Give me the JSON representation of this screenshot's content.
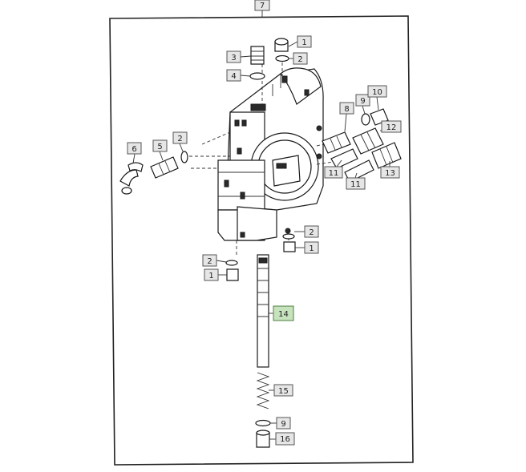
{
  "assembly": {
    "label": "7"
  },
  "callouts": [
    {
      "id": "c1a",
      "label": "1"
    },
    {
      "id": "c2a",
      "label": "2"
    },
    {
      "id": "c3",
      "label": "3"
    },
    {
      "id": "c4",
      "label": "4"
    },
    {
      "id": "c6",
      "label": "6"
    },
    {
      "id": "c5",
      "label": "5"
    },
    {
      "id": "c2b",
      "label": "2"
    },
    {
      "id": "c8",
      "label": "8"
    },
    {
      "id": "c9a",
      "label": "9"
    },
    {
      "id": "c10",
      "label": "10"
    },
    {
      "id": "c12",
      "label": "12"
    },
    {
      "id": "c11a",
      "label": "11"
    },
    {
      "id": "c11b",
      "label": "11"
    },
    {
      "id": "c13",
      "label": "13"
    },
    {
      "id": "c2c",
      "label": "2"
    },
    {
      "id": "c1b",
      "label": "1"
    },
    {
      "id": "c2d",
      "label": "2"
    },
    {
      "id": "c1c",
      "label": "1"
    },
    {
      "id": "c14",
      "label": "14",
      "highlighted": true
    },
    {
      "id": "c15",
      "label": "15"
    },
    {
      "id": "c9b",
      "label": "9"
    },
    {
      "id": "c16",
      "label": "16"
    }
  ]
}
